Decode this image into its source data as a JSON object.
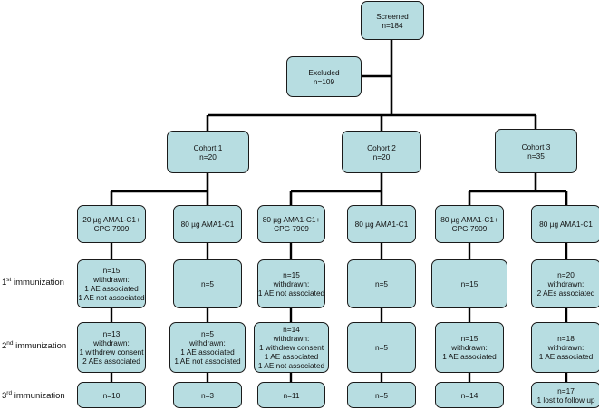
{
  "screened": {
    "title": "Screened",
    "count": "n=184"
  },
  "excluded": {
    "title": "Excluded",
    "count": "n=109"
  },
  "cohorts": [
    {
      "title": "Cohort 1",
      "count": "n=20"
    },
    {
      "title": "Cohort 2",
      "count": "n=20"
    },
    {
      "title": "Cohort 3",
      "count": "n=35"
    }
  ],
  "groups": [
    {
      "lines": [
        "20 µg AMA1-C1+",
        "CPG 7909"
      ],
      "imm1": [
        "n=15",
        "withdrawn:",
        "1 AE associated",
        "1 AE not associated"
      ],
      "imm2": [
        "n=13",
        "withdrawn:",
        "1 withdrew consent",
        "2 AEs associated"
      ],
      "imm3": [
        "n=10"
      ]
    },
    {
      "lines": [
        "80 µg AMA1-C1"
      ],
      "imm1": [
        "n=5"
      ],
      "imm2": [
        "n=5",
        "withdrawn:",
        "1 AE associated",
        "1 AE not associated"
      ],
      "imm3": [
        "n=3"
      ]
    },
    {
      "lines": [
        "80 µg AMA1-C1+",
        "CPG 7909"
      ],
      "imm1": [
        "n=15",
        "withdrawn:",
        "1 AE not associated"
      ],
      "imm2": [
        "n=14",
        "withdrawn:",
        "1 withdrew consent",
        "1 AE associated",
        "1 AE not associated"
      ],
      "imm3": [
        "n=11"
      ]
    },
    {
      "lines": [
        "80 µg AMA1-C1"
      ],
      "imm1": [
        "n=5"
      ],
      "imm2": [
        "n=5"
      ],
      "imm3": [
        "n=5"
      ]
    },
    {
      "lines": [
        "80 µg AMA1-C1+",
        "CPG 7909"
      ],
      "imm1": [
        "n=15"
      ],
      "imm2": [
        "n=15",
        "withdrawn:",
        "1 AE associated"
      ],
      "imm3": [
        "n=14"
      ]
    },
    {
      "lines": [
        "80 µg AMA1-C1"
      ],
      "imm1": [
        "n=20",
        "withdrawn:",
        "2 AEs associated"
      ],
      "imm2": [
        "n=18",
        "withdrawn:",
        "1 AE associated"
      ],
      "imm3": [
        "n=17",
        "1 lost to follow up"
      ]
    }
  ],
  "row_labels": [
    {
      "ord": "1",
      "sup": "st",
      "text": " immunization"
    },
    {
      "ord": "2",
      "sup": "nd",
      "text": " immunization"
    },
    {
      "ord": "3",
      "sup": "rd",
      "text": " immunization"
    }
  ]
}
